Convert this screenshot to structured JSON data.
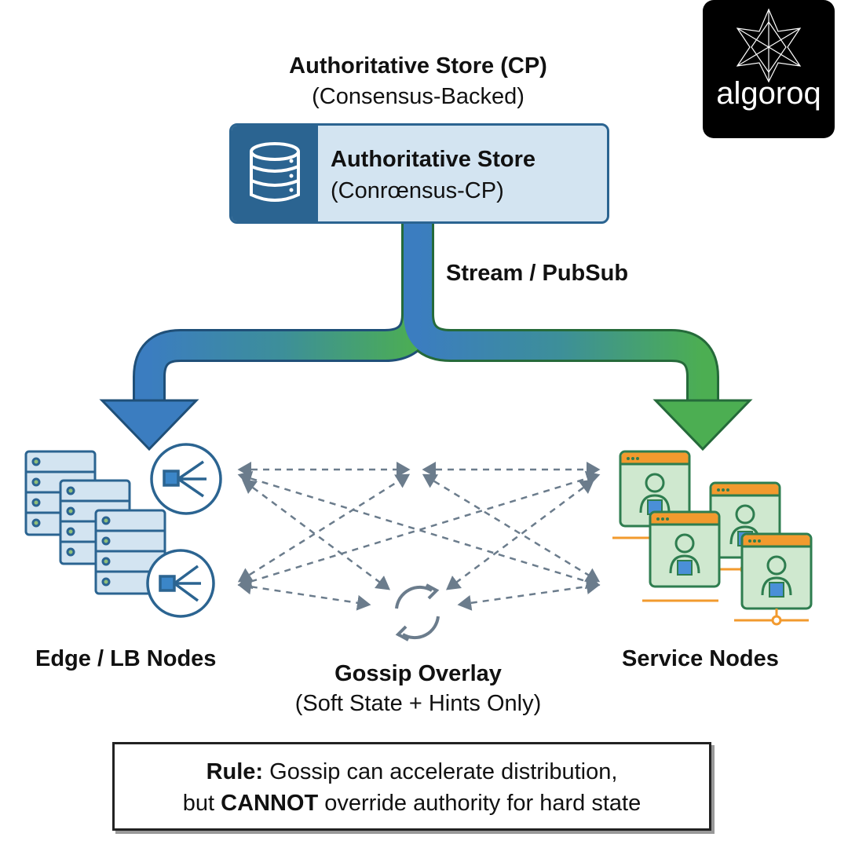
{
  "header": {
    "title": "Authoritative Store (CP)",
    "subtitle": "(Consensus-Backed)"
  },
  "store": {
    "title": "Authoritative Store",
    "subtitle": "(Conrœnsus-CP)",
    "icon": "database-icon"
  },
  "stream_label": "Stream / PubSub",
  "edge": {
    "label": "Edge / LB Nodes",
    "icons": [
      "server-rack-icon",
      "load-balancer-icon"
    ]
  },
  "service": {
    "label": "Service Nodes",
    "icons": [
      "service-window-icon"
    ]
  },
  "gossip": {
    "title": "Gossip Overlay",
    "subtitle": "(Soft State + Hints Only)",
    "icon": "sync-cycle-icon"
  },
  "rule": {
    "prefix": "Rule:",
    "line1": " Gossip can accelerate distribution,",
    "line2_a": "but ",
    "line2_b": "CANNOT",
    "line2_c": " override authority for hard state"
  },
  "logo": {
    "text": "algoroq"
  },
  "colors": {
    "blue": "#2b6491",
    "light_blue": "#d3e4f1",
    "green": "#3f9a4f",
    "orange": "#f29a2e",
    "arrow_blue": "#3b7dc0",
    "arrow_green": "#4cae52",
    "gossip_gray": "#6b7c8c"
  }
}
